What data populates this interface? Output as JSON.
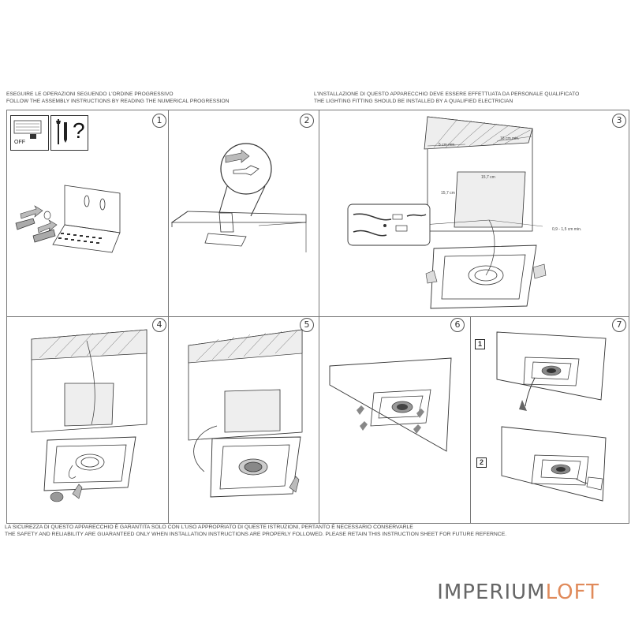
{
  "header_left": {
    "line1": "ESEGUIRE LE OPERAZIONI SEGUENDO L'ORDINE PROGRESSIVO",
    "line2": "FOLLOW THE ASSEMBLY INSTRUCTIONS BY READING THE NUMERICAL PROGRESSION"
  },
  "header_right": {
    "line1": "L'INSTALLAZIONE DI QUESTO APPARECCHIO DEVE ESSERE EFFETTUATA DA PERSONALE QUALIFICATO",
    "line2": "THE LIGHTING FITTING SHOULD BE INSTALLED BY A QUALIFIED ELECTRICIAN"
  },
  "steps": [
    "1",
    "2",
    "3",
    "4",
    "5",
    "6",
    "7"
  ],
  "step1": {
    "switch_label": "OFF",
    "question": "?"
  },
  "step3": {
    "dim_width": "15,7 cm",
    "dim_height": "15,7 cm",
    "dim_depth": "5 cm min.",
    "dim_top": "18 cm min.",
    "dim_thickness": "0,9 - 1,5 cm min."
  },
  "step7": {
    "sub1": "1",
    "sub2": "2"
  },
  "footer": {
    "line1": "LA SICUREZZA DI QUESTO APPARECCHIO È GARANTITA SOLO CON L'USO APPROPRIATO DI QUESTE ISTRUZIONI, PERTANTO È NECESSARIO CONSERVARLE",
    "line2": "THE SAFETY AND RELIABILITY ARE GUARANTEED ONLY WHEN INSTALLATION INSTRUCTIONS ARE PROPERLY FOLLOWED. PLEASE RETAIN THIS INSTRUCTION SHEET FOR FUTURE REFERNCE."
  },
  "brand": {
    "part1": "IMPERIUM",
    "part2": "LOFT"
  }
}
